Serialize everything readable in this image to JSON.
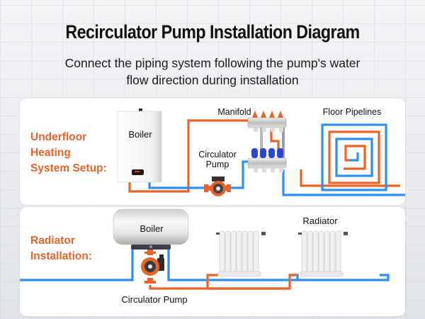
{
  "header": {
    "title": "Recirculator Pump Installation Diagram",
    "subtitle_line1": "Connect the piping system following the pump's water",
    "subtitle_line2": "flow direction during installation"
  },
  "colors": {
    "accent_orange": "#e8642a",
    "hot_pipe": "#e8642a",
    "cold_pipe": "#2f8ff0",
    "manifold_supply_cap": "#e8642a",
    "manifold_return_cap": "#2746d8"
  },
  "underfloor_section": {
    "label_line1": "Underfloor",
    "label_line2": "Heating",
    "label_line3": "System Setup:",
    "components": {
      "boiler": "Boiler",
      "manifold": "Manifold",
      "pump_line1": "Circulator",
      "pump_line2": "Pump",
      "floor_pipelines": "Floor Pipelines"
    }
  },
  "radiator_section": {
    "label_line1": "Radiator",
    "label_line2": "Installation:",
    "components": {
      "boiler": "Boiler",
      "radiator": "Radiator",
      "pump": "Circulator Pump"
    }
  }
}
